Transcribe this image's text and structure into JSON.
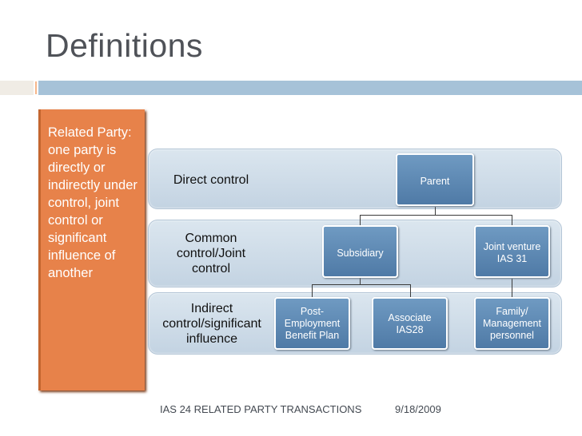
{
  "slide": {
    "title": "Definitions",
    "definition": "Related Party: one party is directly or indirectly under control, joint control or significant influence of another",
    "levels": [
      {
        "label": "Direct control"
      },
      {
        "label": "Common control/Joint control"
      },
      {
        "label": "Indirect control/significant influence"
      }
    ],
    "nodes": {
      "parent": "Parent",
      "subsidiary": "Subsidiary",
      "joint_venture": "Joint venture IAS 31",
      "post_employment": "Post-Employment Benefit Plan",
      "associate": "Associate IAS28",
      "family": "Family/ Management personnel"
    },
    "footer": {
      "left": "IAS 24 RELATED PARTY TRANSACTIONS",
      "date": "9/18/2009"
    },
    "colors": {
      "title": "#4f5258",
      "accent_bar": "#a6c2d8",
      "definition_panel": "#e7824a",
      "node_fill": "#5b86b1",
      "band_fill": "#cfdde9"
    }
  }
}
